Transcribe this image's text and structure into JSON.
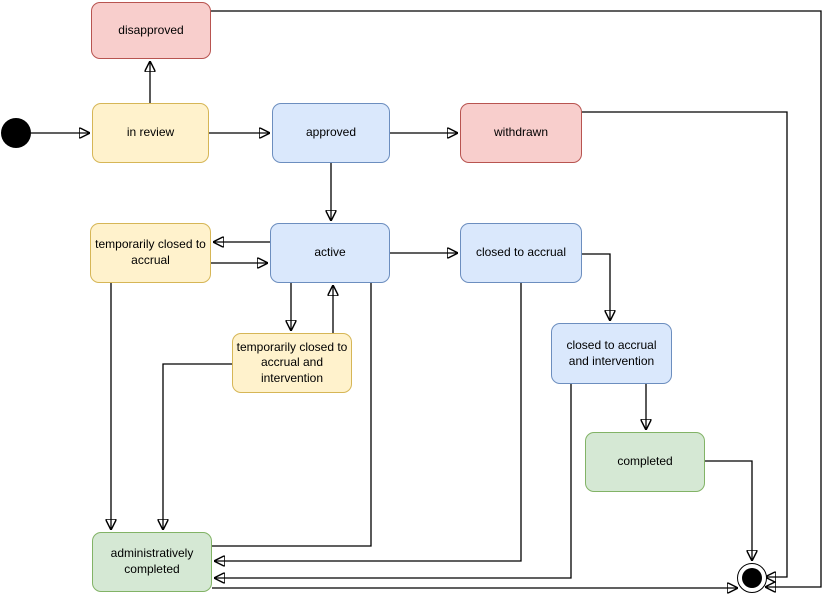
{
  "diagram": {
    "kind": "uml-state-diagram",
    "background": "#ffffff",
    "edge_color": "#000000",
    "palette": {
      "yellow": {
        "fill": "#FFF2CC",
        "stroke": "#D6B656"
      },
      "blue": {
        "fill": "#DAE8FC",
        "stroke": "#6C8EBF"
      },
      "red": {
        "fill": "#F8CECC",
        "stroke": "#B85450"
      },
      "green": {
        "fill": "#D5E8D4",
        "stroke": "#82B366"
      }
    }
  },
  "states": {
    "start": {
      "kind": "initial",
      "label": ""
    },
    "in_review": {
      "label": "in review",
      "color": "yellow"
    },
    "disapproved": {
      "label": "disapproved",
      "color": "red"
    },
    "approved": {
      "label": "approved",
      "color": "blue"
    },
    "withdrawn": {
      "label": "withdrawn",
      "color": "red"
    },
    "active": {
      "label": "active",
      "color": "blue"
    },
    "temp_closed": {
      "label": "temporarily closed to\naccrual",
      "color": "yellow"
    },
    "closed_accrual": {
      "label": "closed to accrual",
      "color": "blue"
    },
    "temp_closed_interv": {
      "label": "temporarily closed to\naccrual and\nintervention",
      "color": "yellow"
    },
    "closed_interv": {
      "label": "closed to accrual\nand intervention",
      "color": "blue"
    },
    "completed": {
      "label": "completed",
      "color": "green"
    },
    "admin_completed": {
      "label": "administratively\ncompleted",
      "color": "green"
    },
    "end": {
      "kind": "final",
      "label": ""
    }
  },
  "transitions": [
    {
      "from": "start",
      "to": "in_review"
    },
    {
      "from": "in_review",
      "to": "disapproved"
    },
    {
      "from": "in_review",
      "to": "approved"
    },
    {
      "from": "approved",
      "to": "withdrawn"
    },
    {
      "from": "approved",
      "to": "active"
    },
    {
      "from": "disapproved",
      "to": "end"
    },
    {
      "from": "withdrawn",
      "to": "end"
    },
    {
      "from": "active",
      "to": "temp_closed"
    },
    {
      "from": "temp_closed",
      "to": "active"
    },
    {
      "from": "active",
      "to": "closed_accrual"
    },
    {
      "from": "active",
      "to": "temp_closed_interv"
    },
    {
      "from": "temp_closed_interv",
      "to": "active"
    },
    {
      "from": "closed_accrual",
      "to": "closed_interv"
    },
    {
      "from": "closed_interv",
      "to": "completed"
    },
    {
      "from": "completed",
      "to": "end"
    },
    {
      "from": "active",
      "to": "admin_completed"
    },
    {
      "from": "closed_accrual",
      "to": "admin_completed"
    },
    {
      "from": "closed_interv",
      "to": "admin_completed"
    },
    {
      "from": "temp_closed",
      "to": "admin_completed"
    },
    {
      "from": "temp_closed_interv",
      "to": "admin_completed"
    },
    {
      "from": "admin_completed",
      "to": "end"
    }
  ]
}
